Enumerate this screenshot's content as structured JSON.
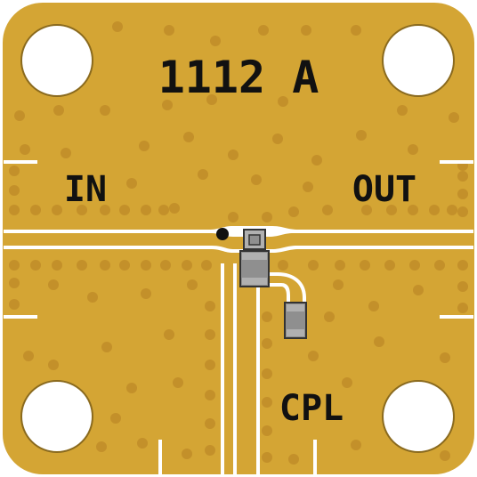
{
  "board": {
    "part_number": "1112 A",
    "port_in": "IN",
    "port_out": "OUT",
    "port_cpl": "CPL"
  },
  "colors": {
    "substrate": "#d4a534",
    "copper_gap": "#ffffff",
    "via": "#c3902a",
    "component_body": "#8f8f8f",
    "component_terminal": "#b0b0b0",
    "component_outline": "#333333",
    "pin1_marker": "#111111",
    "text": "#111111"
  }
}
